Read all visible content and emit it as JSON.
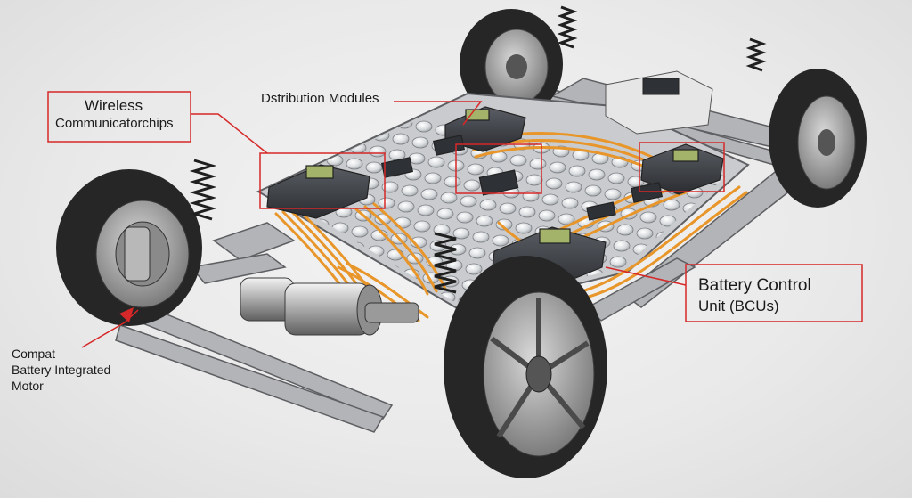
{
  "labels": {
    "wireless_line1": "Wireless",
    "wireless_line2": "Communicatorchips",
    "distribution": "Dstribution Modules",
    "bcu_line1": "Battery Control",
    "bcu_line2": "Unit (BCUs)",
    "motor_line1": "Compat",
    "motor_line2": "Battery Integrated",
    "motor_line3": "Motor"
  },
  "colors": {
    "callout": "#d62828",
    "cable": "#e8962a",
    "frame": "#a9aaad",
    "tire": "#262626",
    "cell": "#d8dbdf",
    "module": "#3c3f44"
  }
}
